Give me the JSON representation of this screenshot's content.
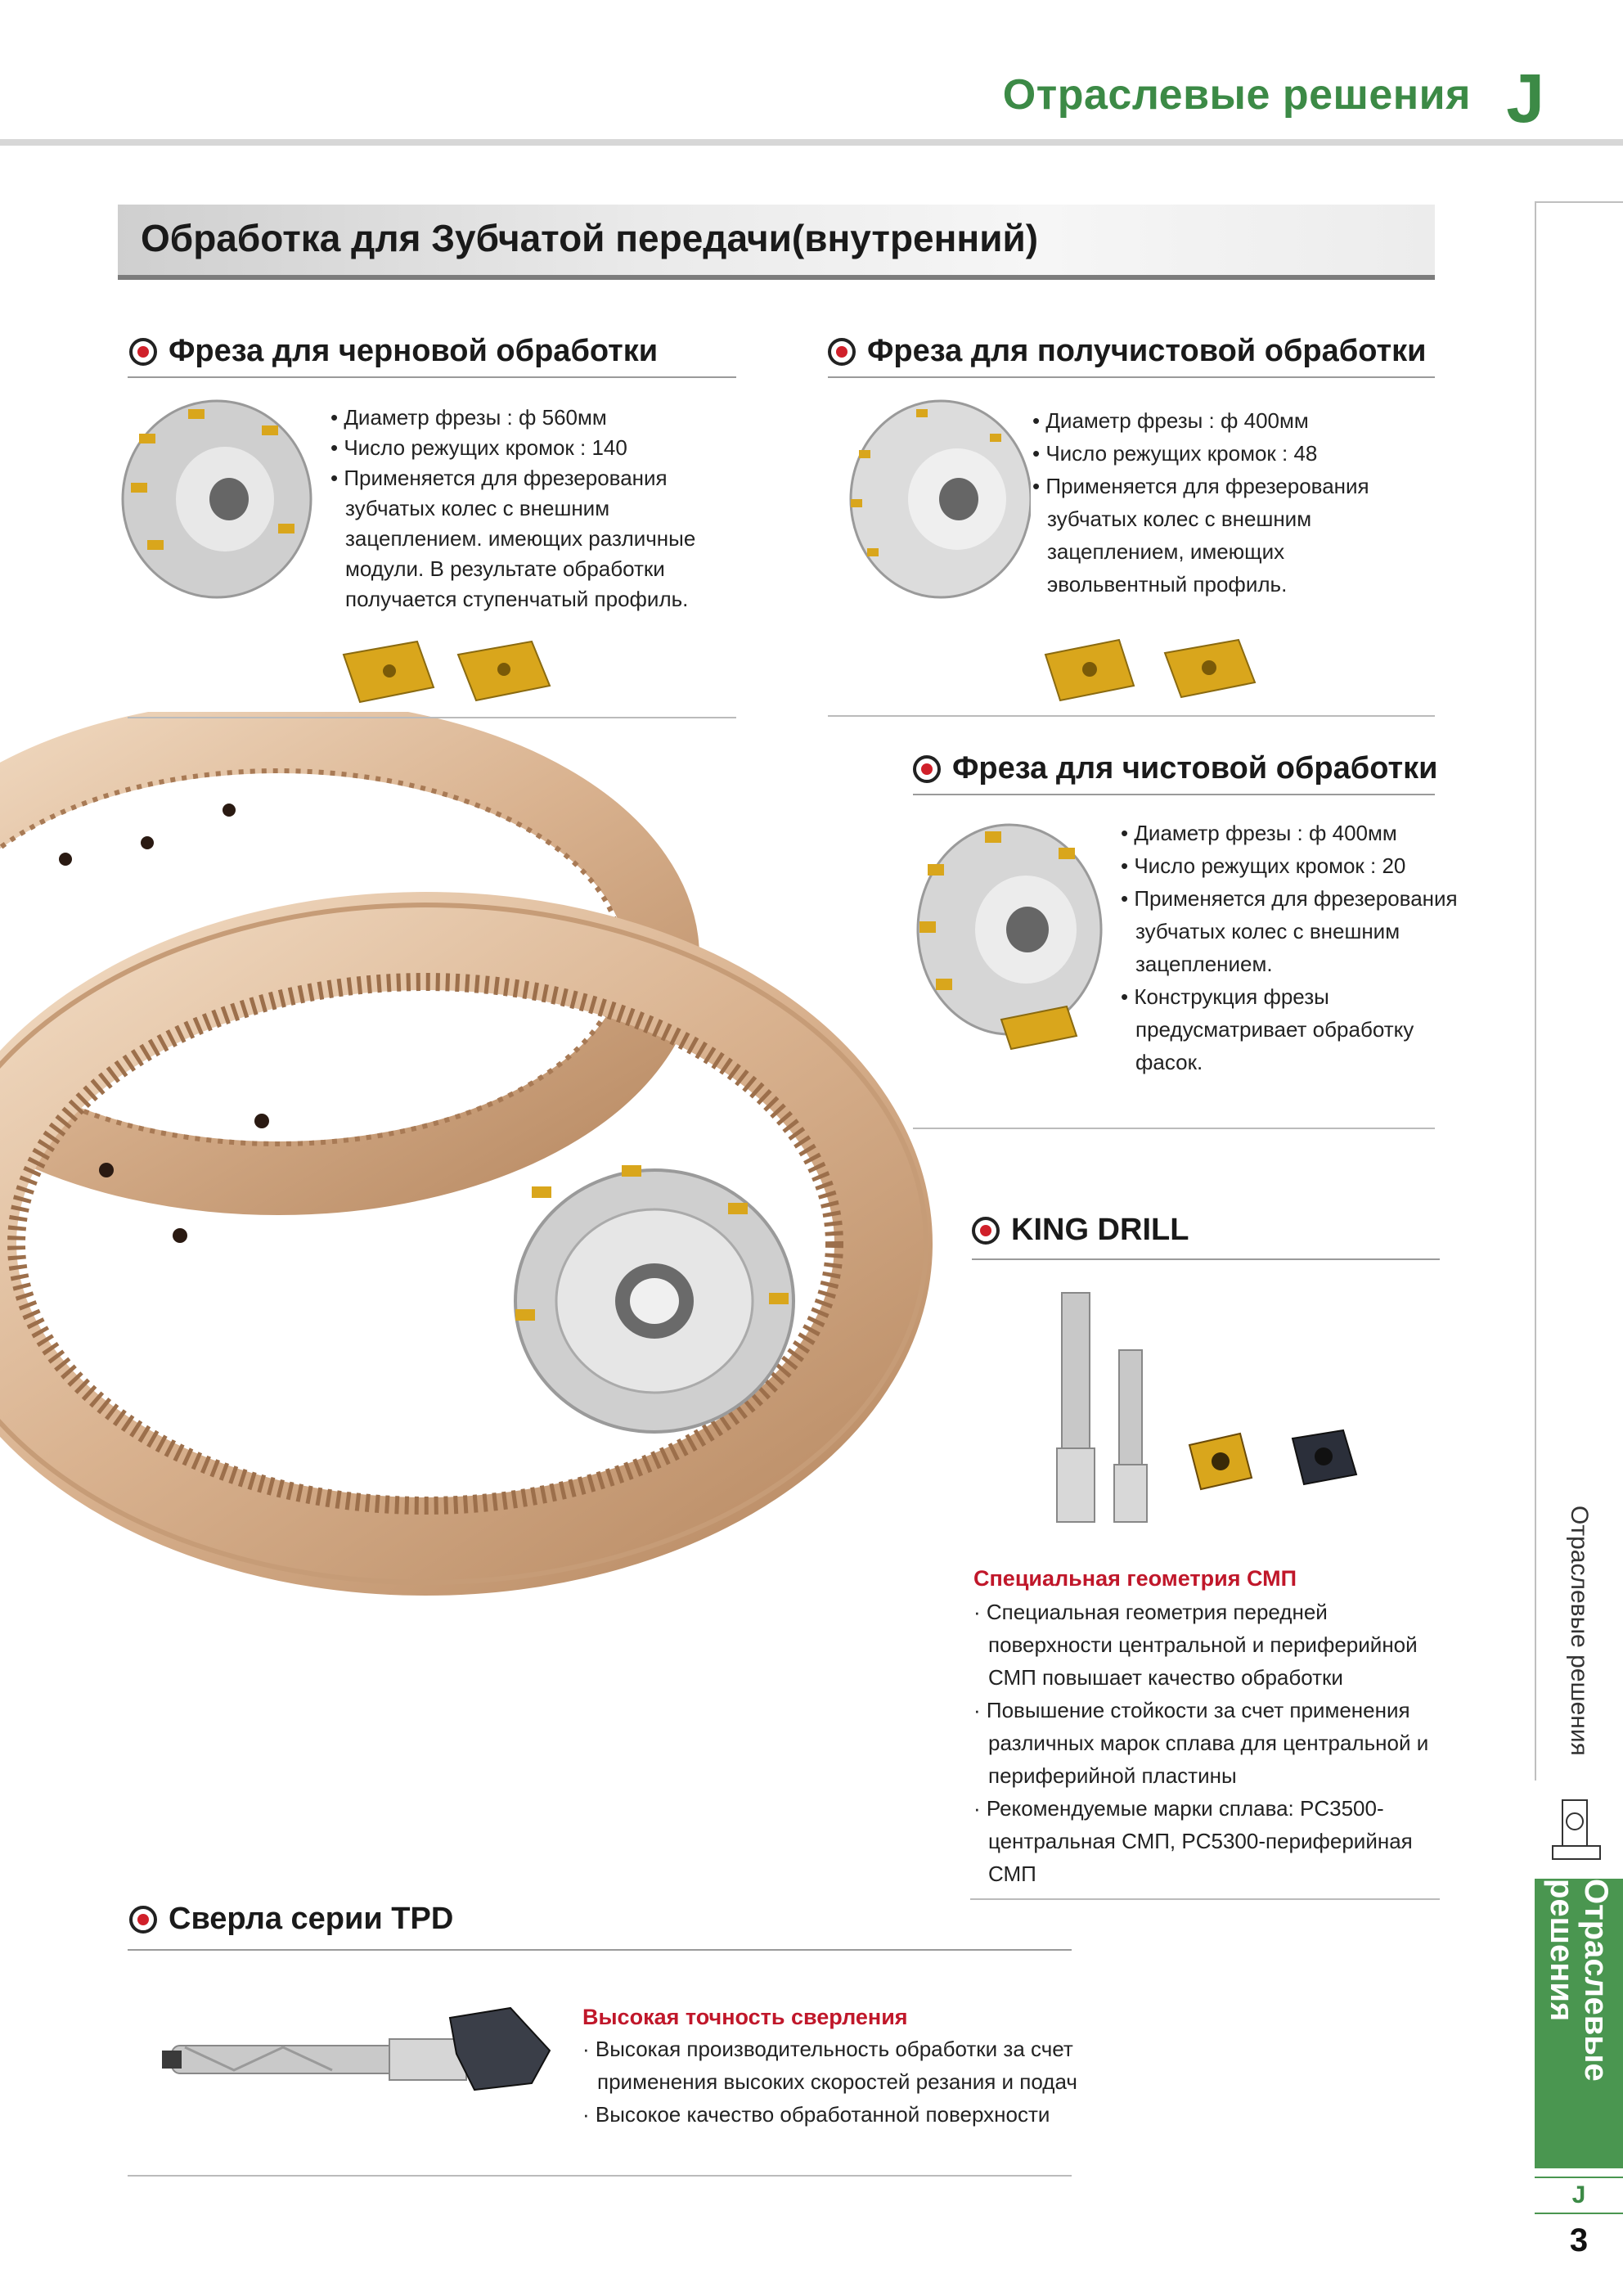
{
  "header": {
    "title": "Отраслевые решения",
    "letter": "J"
  },
  "section_title": "Обработка для Зубчатой передачи(внутренний)",
  "rough": {
    "title": "Фреза для черновой обработки",
    "specs": [
      "• Диаметр фрезы : ф 560мм",
      "• Число режущих кромок  : 140",
      "• Применяется для фрезерования зубчатых колес с внешним зацеплением.  имеющих различные модули. В результате обработки получается ступенчатый профиль."
    ]
  },
  "semi": {
    "title": "Фреза для получистовой обработки",
    "specs": [
      "• Диаметр фрезы : ф 400мм",
      "• Число режущих кромок  : 48",
      "• Применяется для фрезерования зубчатых колес  с внешним зацеплением, имеющих эвольвентный профиль."
    ]
  },
  "finish": {
    "title": "Фреза для чистовой обработки",
    "specs": [
      "• Диаметр фрезы : ф 400мм",
      "• Число режущих кромок  : 20",
      "• Применяется для фрезерования зубчатых колес с внешним зацеплением.",
      "• Конструкция фрезы предусматривает обработку фасок."
    ]
  },
  "king": {
    "title": "KING DRILL",
    "subtitle": "Специальная геометрия СМП",
    "items": [
      "· Специальная геометрия передней поверхности центральной и периферийной СМП повышает качество обработки",
      "· Повышение стойкости за счет применения различных марок сплава для центральной и периферийной пластины",
      "· Рекомендуемые марки сплава: PC3500-центральная СМП, PC5300-периферийная СМП"
    ]
  },
  "tpd": {
    "title": "Сверла серии TPD",
    "subtitle": "Высокая точность сверления",
    "items": [
      "· Высокая производительность обработки за счет применения высоких скоростей резания и подач",
      "· Высокое качество обработанной поверхности"
    ]
  },
  "sidebar": {
    "vertical_label": "Отраслевые решения",
    "tab_label": "Отраслевые решения",
    "tab_letter": "J",
    "page_number": "3"
  },
  "colors": {
    "accent_green": "#3c8a46",
    "accent_red": "#c0172a",
    "gear_bronze": "#d9b28f"
  }
}
